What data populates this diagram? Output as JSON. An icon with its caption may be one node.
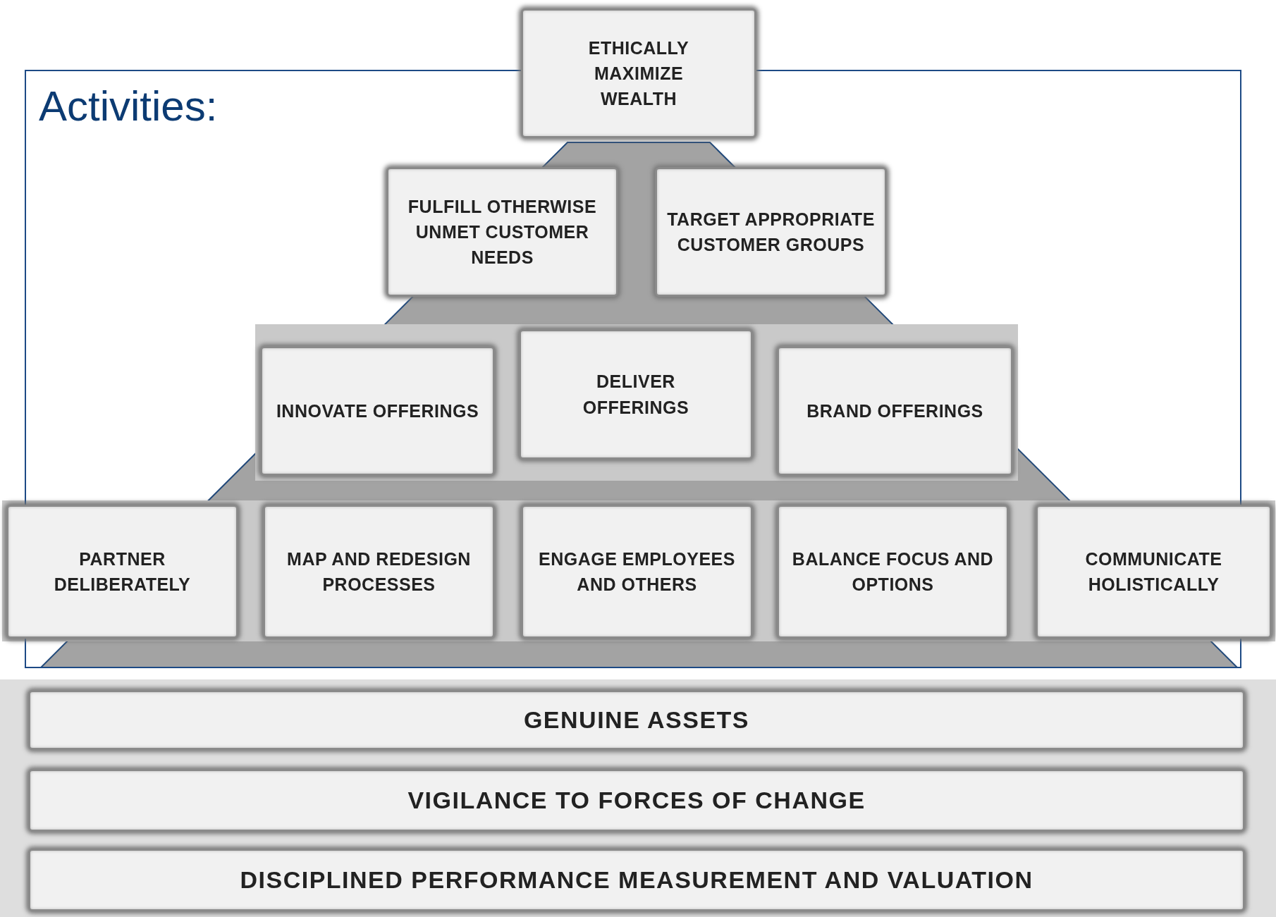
{
  "diagram": {
    "title": "Activities:",
    "nodes": [
      {
        "text": [
          "ETHICALLY MAXIMIZE WEALTH"
        ]
      },
      {
        "text": [
          "FULFILL OTHERWISE UNMET CUSTOMER NEEDS"
        ]
      },
      {
        "text": [
          "TARGET APPROPRIATE CUSTOMER GROUPS"
        ]
      },
      {
        "text": [
          "INNOVATE OFFERINGS"
        ]
      },
      {
        "text": [
          "DELIVER OFFERINGS"
        ]
      },
      {
        "text": [
          "BRAND OFFERINGS"
        ]
      },
      {
        "text": [
          "PARTNER DELIBERATELY"
        ]
      },
      {
        "text": [
          "MAP AND REDESIGN PROCESSES"
        ]
      },
      {
        "text": [
          "ENGAGE EMPLOYEES AND OTHERS"
        ]
      },
      {
        "text": [
          "BALANCE FOCUS AND OPTIONS"
        ]
      },
      {
        "text": [
          "COMMUNICATE HOLISTICALLY"
        ]
      },
      {
        "text": [
          "GENUINE ASSETS"
        ]
      },
      {
        "text": [
          "VIGILANCE TO FORCES OF CHANGE"
        ]
      },
      {
        "text": [
          "DISCIPLINED PERFORMANCE MEASUREMENT AND VALUATION"
        ]
      }
    ],
    "edges": []
  }
}
